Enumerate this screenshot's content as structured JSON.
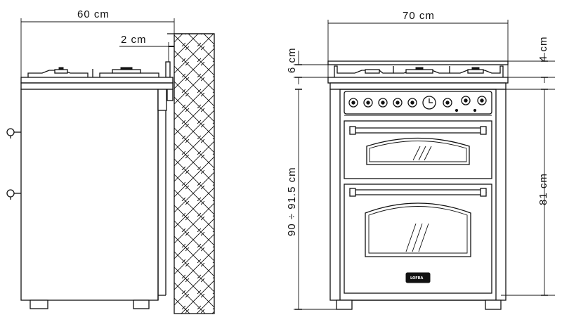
{
  "diagram": {
    "side_view": {
      "width_label": "60 cm",
      "gap_label": "2 cm"
    },
    "front_view": {
      "width_label": "70 cm",
      "lid_label": "4 cm",
      "hob_label": "6 cm",
      "height_label": "90 ÷ 91.5 cm",
      "body_label": "81 cm",
      "brand": "LOFRA"
    }
  }
}
